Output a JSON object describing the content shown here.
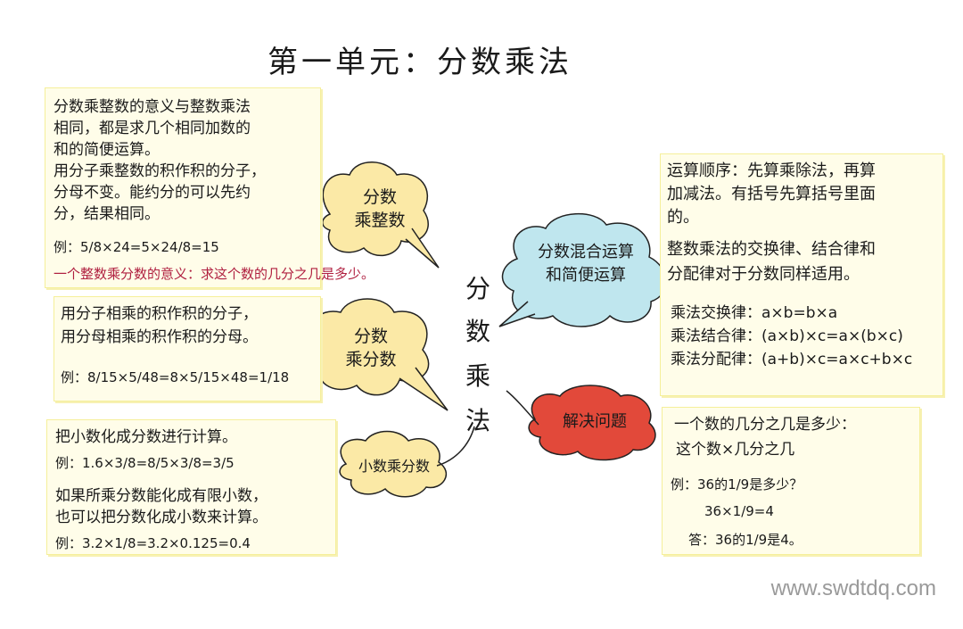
{
  "title": "第一单元：分数乘法",
  "center": [
    "分",
    "数",
    "乘",
    "法"
  ],
  "colors": {
    "bubble_yellow": "#fbe9a6",
    "bubble_cyan": "#bfe6ee",
    "bubble_red": "#e2493a",
    "panel_bg": "#fffde9",
    "note_red": "#b02040"
  },
  "bubbles": {
    "b1": [
      "分数",
      "乘整数"
    ],
    "b2": [
      "分数",
      "乘分数"
    ],
    "b3": "小数乘分数",
    "b4": [
      "分数混合运算",
      "和简便运算"
    ],
    "b5": "解决问题"
  },
  "left_top": {
    "lines": [
      "分数乘整数的意义与整数乘法",
      "相同，都是求几个相同加数的",
      "和的简便运算。",
      "用分子乘整数的积作积的分子，",
      "分母不变。能约分的可以先约",
      "分，结果相同。"
    ],
    "example": "例：5/8×24=5×24/8=15",
    "note": "一个整数乘分数的意义：求这个数的几分之几是多少。"
  },
  "left_mid": {
    "lines": [
      "用分子相乘的积作积的分子，",
      "用分母相乘的积作积的分母。"
    ],
    "example": "例：8/15×5/48=8×5/15×48=1/18"
  },
  "left_bottom": {
    "line1": "把小数化成分数进行计算。",
    "example1": "例：1.6×3/8=8/5×3/8=3/5",
    "line2": "如果所乘分数能化成有限小数，",
    "line3": "也可以把分数化成小数来计算。",
    "example2": "例：3.2×1/8=3.2×0.125=0.4"
  },
  "right_top": {
    "lines": [
      "运算顺序：先算乘除法，再算",
      "加减法。有括号先算括号里面",
      "的。",
      "整数乘法的交换律、结合律和",
      "分配律对于分数同样适用。"
    ],
    "laws": [
      "乘法交换律：a×b=b×a",
      "乘法结合律：(a×b)×c=a×(b×c)",
      "乘法分配律：(a+b)×c=a×c+b×c"
    ]
  },
  "right_bottom": {
    "lines": [
      "一个数的几分之几是多少：",
      "这个数×几分之几",
      "例：36的1/9是多少？",
      "36×1/9=4",
      "答：36的1/9是4。"
    ]
  },
  "watermark": "www.swdtdq.com"
}
